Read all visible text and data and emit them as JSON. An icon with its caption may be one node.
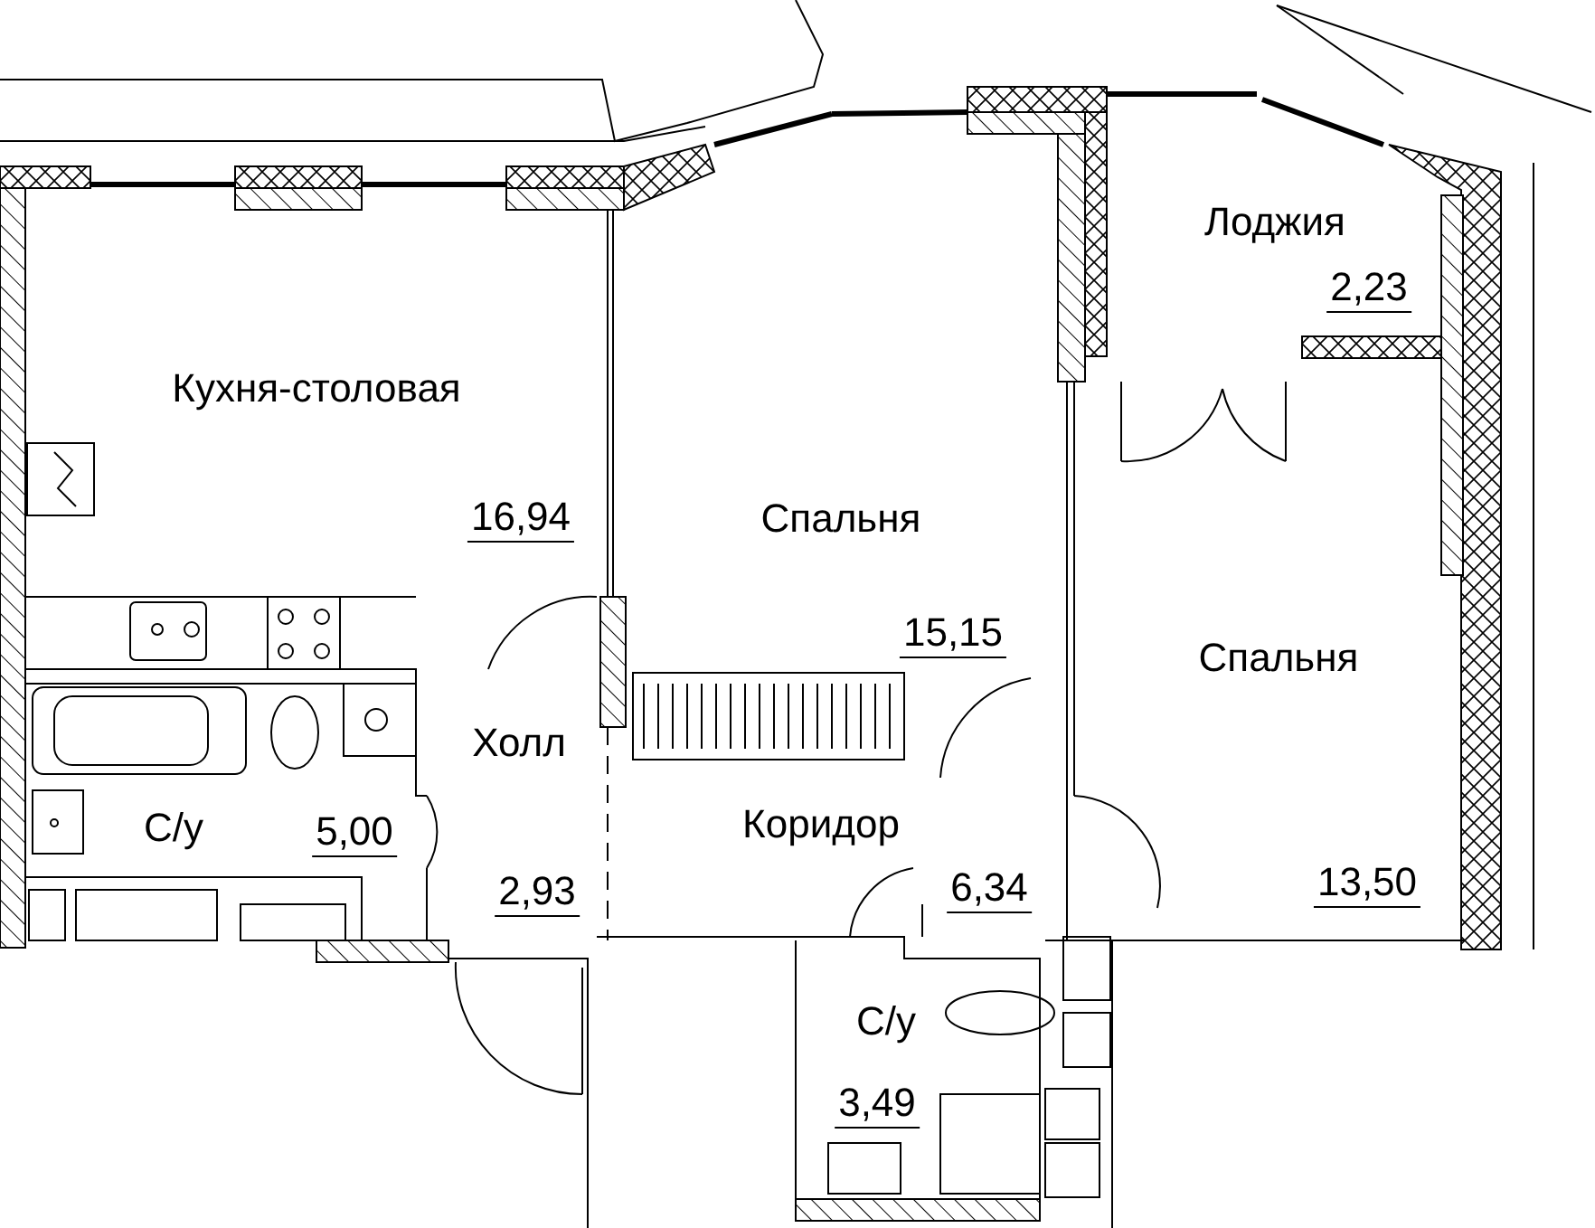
{
  "diagram": {
    "labels": [
      "Лоджия",
      "2,23",
      "Кухня-столовая",
      "16,94",
      "Спальня",
      "15,15",
      "Спальня",
      "Холл",
      "С/у",
      "5,00",
      "Коридор",
      "2,93",
      "6,34",
      "13,50",
      "С/у",
      "3,49"
    ]
  }
}
